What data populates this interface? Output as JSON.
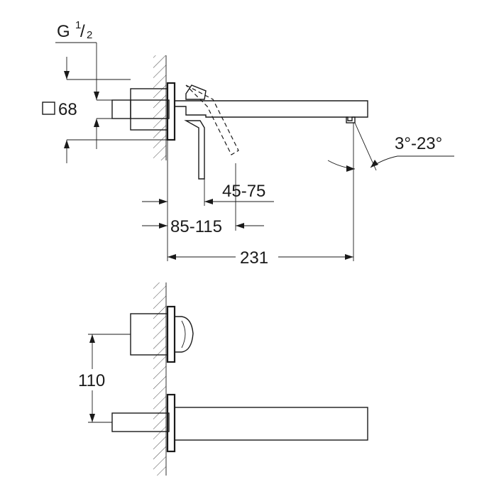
{
  "labels": {
    "thread_main": "G",
    "thread_num": "1",
    "thread_slash": "/",
    "thread_den": "2",
    "escutcheon_size": "68",
    "range_small": "45-75",
    "range_large": "85-115",
    "spout_length": "231",
    "angle_range": "3°-23°",
    "vertical_distance": "110"
  },
  "icons": {
    "square_symbol": "square-outline-icon"
  },
  "colors": {
    "line": "#1a1a1a",
    "background": "#ffffff"
  }
}
